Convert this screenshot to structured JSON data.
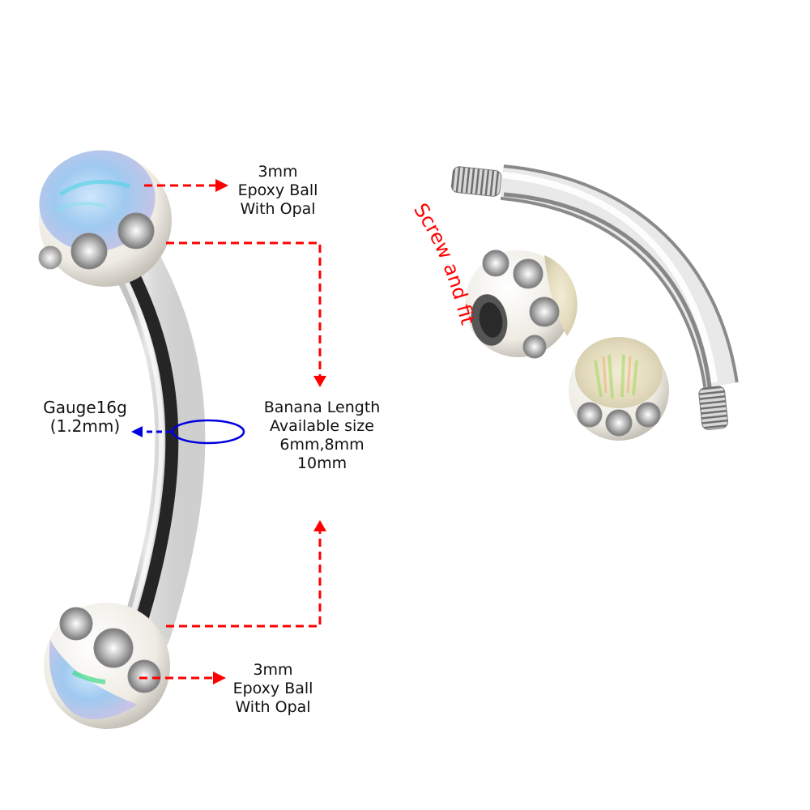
{
  "product": {
    "type": "curved barbell / banana eyebrow ring",
    "colors": {
      "annotation_arrow": "#ff0000",
      "gauge_marker": "#0000e0",
      "steel_light": "#e6e6e6",
      "steel_dark": "#222222",
      "epoxy_white": "#f2f0ea",
      "opal_blue": "#9ec8ef",
      "opal_yellow": "#e9e4c8"
    }
  },
  "annotations": {
    "top_ball": {
      "size": "3mm",
      "line2": "Epoxy Ball",
      "line3": "With Opal"
    },
    "bottom_ball": {
      "size": "3mm",
      "line2": "Epoxy Ball",
      "line3": "With Opal"
    },
    "length": {
      "line1": "Banana Length",
      "line2": "Available size",
      "line3": "6mm,8mm",
      "line4": "10mm"
    },
    "gauge": {
      "line1": "Gauge16g",
      "line2": "(1.2mm)"
    },
    "assembly": {
      "text": "Screw and fit"
    }
  }
}
